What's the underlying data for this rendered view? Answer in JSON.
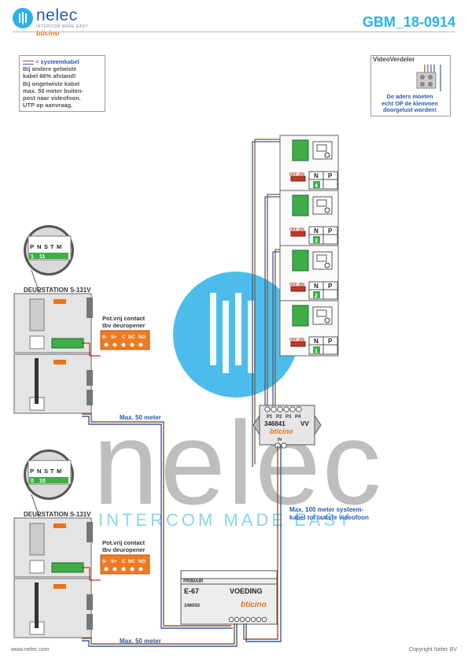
{
  "header": {
    "brand": "nelec",
    "brand_tagline": "INTERCOM MADE EASY",
    "partner_brand": "bticino",
    "doc_number": "GBM_18-0914"
  },
  "note": {
    "line1": "= systeemkabel",
    "line2": "Bij andere getwiste",
    "line3": "kabel 66% afstand!",
    "line4": "Bij ongetwiste kabel",
    "line5": "max. 50 meter buiten-",
    "line6": "post naar videofoon.",
    "line7": "UTP op aanvraag."
  },
  "videoverdeler": {
    "title": "VideoVerdeler",
    "note1": "De aders moeten",
    "note2": "echt OP de klemmen",
    "note3": "doorgelust worden!"
  },
  "station_top": {
    "title": "DEURSTATION S-131V",
    "contact_label1": "Pot.vrij contact",
    "contact_label2": "tbv deuropener",
    "relay_terminals": [
      "S-",
      "S+",
      "C",
      "NC",
      "NO"
    ],
    "dip_labels": [
      "P",
      "N",
      "S",
      "T",
      "M"
    ],
    "dip_values": [
      "1",
      "11"
    ]
  },
  "station_bottom": {
    "title": "DEURSTATION S-131V",
    "contact_label1": "Pot.vrij contact",
    "contact_label2": "tbv deuropener",
    "relay_terminals": [
      "S-",
      "S+",
      "C",
      "NC",
      "NO"
    ],
    "dip_labels": [
      "P",
      "N",
      "S",
      "T",
      "M"
    ],
    "dip_values": [
      "0",
      "10"
    ]
  },
  "monitors": [
    {
      "n_value": "4",
      "off_on": "OFF ON",
      "n_label": "N",
      "p_label": "P"
    },
    {
      "n_value": "3",
      "off_on": "OFF ON",
      "n_label": "N",
      "p_label": "P"
    },
    {
      "n_value": "2",
      "off_on": "OFF ON",
      "n_label": "N",
      "p_label": "P"
    },
    {
      "n_value": "1",
      "off_on": "OFF ON",
      "n_label": "N",
      "p_label": "P"
    }
  ],
  "distributor": {
    "ports": [
      "P1",
      "P2",
      "P3",
      "P4"
    ],
    "code": "346841",
    "suffix": "VV",
    "brand": "bticino",
    "in_label": "IN"
  },
  "power_supply": {
    "primary": "PRIMAIR",
    "model": "E-67",
    "label": "VOEDING",
    "code": "346050",
    "brand": "bticino"
  },
  "cable_labels": {
    "max50_top": "Max. 50 meter",
    "max50_bottom": "Max. 50 meter",
    "max100_line1": "Max. 100 meter systeem-",
    "max100_line2": "kabel tot laatste videofoon"
  },
  "watermark": {
    "word": "nelec",
    "tagline": "INTERCOM MADE EASY"
  },
  "footer": {
    "website": "www.nelec.com",
    "copyright": "Copyright Nelec BV"
  },
  "colors": {
    "accent": "#2db1e6",
    "brand_blue": "#2a5aa8",
    "relay_orange": "#f07a22",
    "cable_brown": "#8a5a2b",
    "cable_blue": "#3a5ba0",
    "terminal_green": "#3fae49"
  }
}
